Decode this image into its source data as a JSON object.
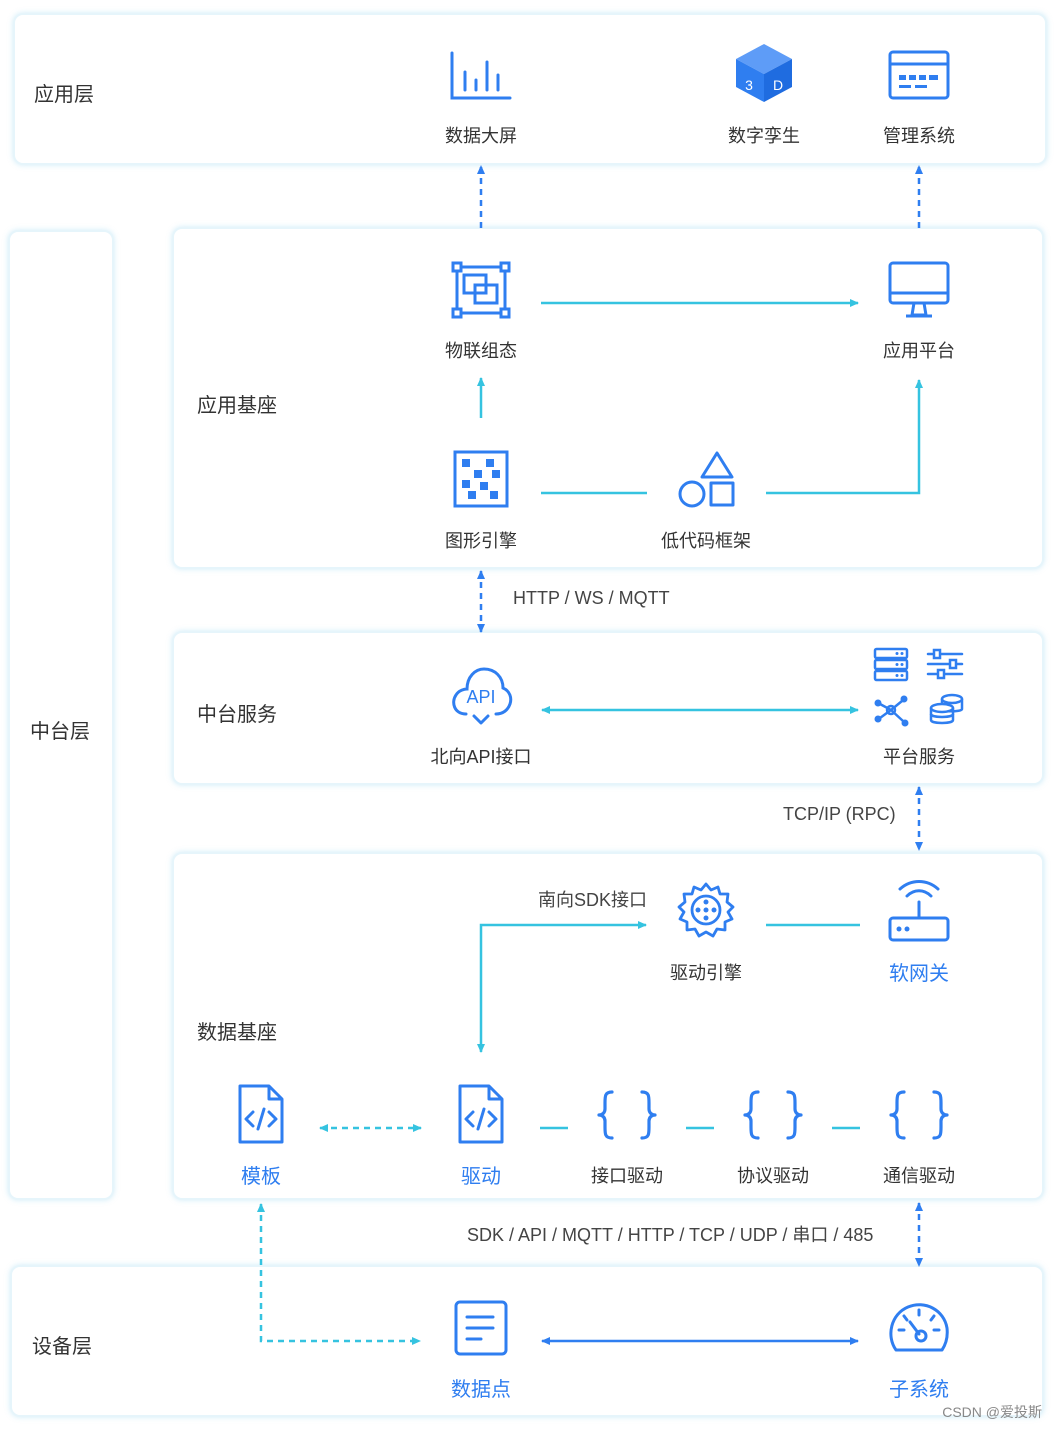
{
  "colors": {
    "accent": "#2f7ef0",
    "cyan": "#35c3e0",
    "border": "#e6f5fb"
  },
  "layers": {
    "app": "应用层",
    "middle": "中台层",
    "device": "设备层"
  },
  "sections": {
    "app_base": "应用基座",
    "middle_service": "中台服务",
    "data_base": "数据基座"
  },
  "nodes": {
    "data_screen": {
      "label": "数据大屏",
      "icon": "bar-chart-icon"
    },
    "digital_twin": {
      "label": "数字孪生",
      "icon": "3d-cube-icon",
      "cube_left": "3",
      "cube_right": "D"
    },
    "mgmt_system": {
      "label": "管理系统",
      "icon": "card-icon"
    },
    "iot_config": {
      "label": "物联组态",
      "icon": "layers-frame-icon"
    },
    "app_platform": {
      "label": "应用平台",
      "icon": "monitor-icon"
    },
    "graphics_engine": {
      "label": "图形引擎",
      "icon": "checker-grid-icon"
    },
    "lowcode": {
      "label": "低代码框架",
      "icon": "shapes-icon"
    },
    "north_api": {
      "label": "北向API接口",
      "icon": "cloud-api-icon",
      "api_text": "API"
    },
    "platform_service": {
      "label": "平台服务",
      "icon": "services-icon"
    },
    "driver_engine": {
      "label": "驱动引擎",
      "icon": "gear-icon"
    },
    "soft_gateway": {
      "label": "软网关",
      "icon": "router-icon"
    },
    "template": {
      "label": "模板",
      "icon": "code-file-icon"
    },
    "driver": {
      "label": "驱动",
      "icon": "code-file-icon"
    },
    "interface_driver": {
      "label": "接口驱动",
      "icon": "braces-icon"
    },
    "protocol_driver": {
      "label": "协议驱动",
      "icon": "braces-icon"
    },
    "comm_driver": {
      "label": "通信驱动",
      "icon": "braces-icon"
    },
    "data_point": {
      "label": "数据点",
      "icon": "document-icon"
    },
    "subsystem": {
      "label": "子系统",
      "icon": "gauge-icon"
    }
  },
  "protocols": {
    "app_middle": "HTTP / WS / MQTT",
    "middle_data": "TCP/IP (RPC)",
    "south_sdk": "南向SDK接口",
    "data_device": "SDK / API / MQTT / HTTP / TCP / UDP / 串口 / 485"
  },
  "watermark": "CSDN @爱投斯"
}
